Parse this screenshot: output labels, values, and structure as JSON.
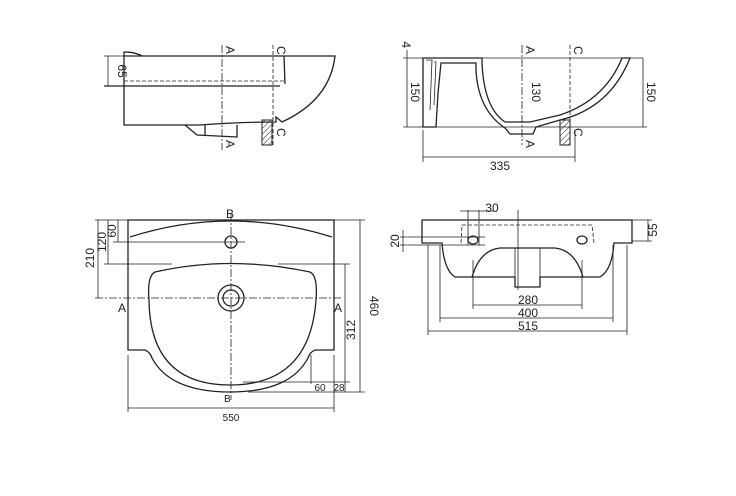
{
  "side_view": {
    "dim_height": "65",
    "section_a": "A",
    "section_c": "C"
  },
  "section_view": {
    "dim_rim": "4",
    "dim_left_height": "150",
    "dim_inner": "130",
    "dim_right_height": "150",
    "dim_depth": "335",
    "section_a": "A",
    "section_c": "C"
  },
  "top_view": {
    "section_b": "B",
    "section_a": "A",
    "dim_120": "120",
    "dim_60_top": "60",
    "dim_210": "210",
    "dim_460": "460",
    "dim_312": "312",
    "dim_60_bottom": "60",
    "dim_28": "28",
    "dim_550": "550"
  },
  "front_view": {
    "dim_30": "30",
    "dim_20": "20",
    "dim_55": "55",
    "dim_280": "280",
    "dim_400": "400",
    "dim_515": "515"
  },
  "colors": {
    "line": "#222222",
    "background": "#ffffff"
  }
}
